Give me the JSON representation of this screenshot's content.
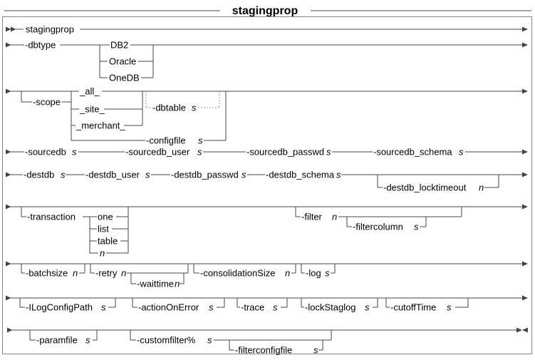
{
  "title": "stagingprop",
  "colors": {
    "line": "#45453c",
    "dotted": "#9a9a9a",
    "border": "#858585",
    "text": "#000000",
    "background": "#ffffff"
  },
  "diagram_type": "command-syntax-railroad",
  "tokens": {
    "r1_command": "stagingprop",
    "r2_kw": "-dbtype",
    "r2_opt1": "DB2",
    "r2_opt2": "Oracle",
    "r2_opt3": "OneDB",
    "r3_kw": "-scope",
    "r3_opt1": "_all_",
    "r3_opt2": "_site_",
    "r3_opt3": "_merchant_",
    "r3_dbtable_kw": "-dbtable",
    "r3_dbtable_p": "s",
    "r3_configfile_kw": "-configfile",
    "r3_configfile_p": "s",
    "r4_sourcedb_kw": "-sourcedb",
    "r4_sourcedb_p": "s",
    "r4_sourcedb_user_kw": "-sourcedb_user",
    "r4_sourcedb_user_p": "s",
    "r4_sourcedb_passwd_kw": "-sourcedb_passwd",
    "r4_sourcedb_passwd_p": "s",
    "r4_sourcedb_schema_kw": "-sourcedb_schema",
    "r4_sourcedb_schema_p": "s",
    "r5_destdb_kw": "-destdb",
    "r5_destdb_p": "s",
    "r5_destdb_user_kw": "-destdb_user",
    "r5_destdb_user_p": "s",
    "r5_destdb_passwd_kw": "-destdb_passwd",
    "r5_destdb_passwd_p": "s",
    "r5_destdb_schema_kw": "-destdb_schema",
    "r5_destdb_schema_p": "s",
    "r5_locktimeout_kw": "-destdb_locktimeout",
    "r5_locktimeout_p": "n",
    "r6_kw": "-transaction",
    "r6_opt1": "one",
    "r6_opt2": "list",
    "r6_opt3": "table",
    "r6_opt4": "n",
    "r6_filter_kw": "-filter",
    "r6_filter_p": "n",
    "r6_filtercolumn_kw": "-filtercolumn",
    "r6_filtercolumn_p": "s",
    "r7_batchsize_kw": "-batchsize",
    "r7_batchsize_p": "n",
    "r7_retry_kw": "-retry",
    "r7_retry_p": "n",
    "r7_waittime_kw": "-waittime",
    "r7_waittime_p": "n",
    "r7_consolidation_kw": "-consolidationSize",
    "r7_consolidation_p": "n",
    "r7_log_kw": "-log",
    "r7_log_p": "s",
    "r8_ilogconfigpath_kw": "-ILogConfigPath",
    "r8_ilogconfigpath_p": "s",
    "r8_actiononerror_kw": "-actionOnError",
    "r8_actiononerror_p": "s",
    "r8_trace_kw": "-trace",
    "r8_trace_p": "s",
    "r8_lockstaglog_kw": "-lockStaglog",
    "r8_lockstaglog_p": "s",
    "r8_cutofftime_kw": "-cutoffTime",
    "r8_cutofftime_p": "s",
    "r9_paramfile_kw": "-paramfile",
    "r9_paramfile_p": "s",
    "r9_customfilter_kw": "-customfilter%",
    "r9_customfilter_p": "s",
    "r9_filterconfigfile_kw": "-filterconfigfile",
    "r9_filterconfigfile_p": "s"
  }
}
